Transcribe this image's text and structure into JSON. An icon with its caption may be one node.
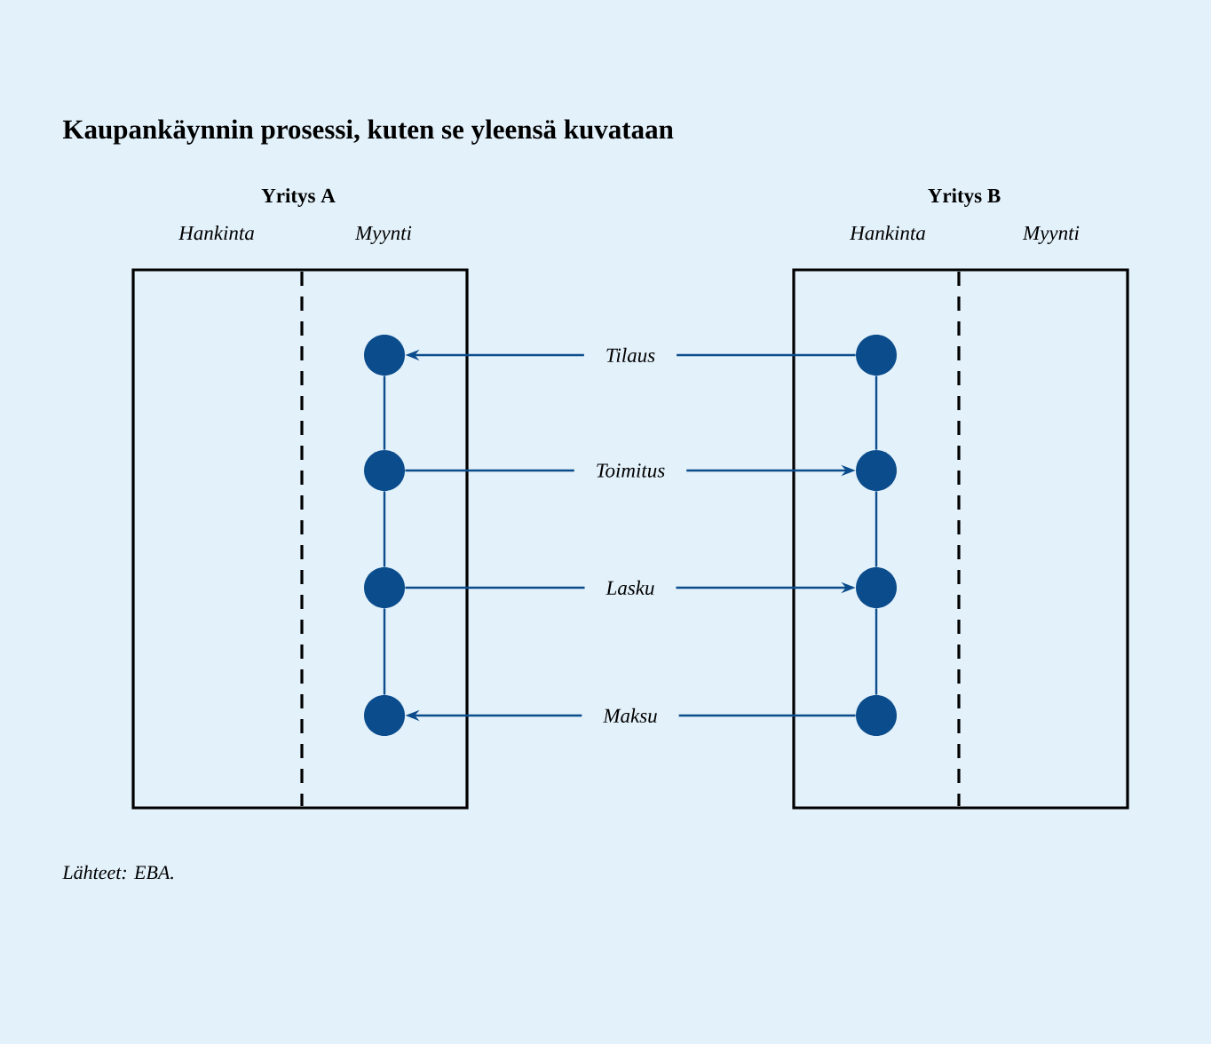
{
  "diagram": {
    "title": "Kaupankäynnin prosessi, kuten se yleensä kuvataan",
    "caption": "Lähteet: EBA.",
    "nodes": [
      {
        "text": [
          "Yritys A",
          "Hankinta",
          "Myynti"
        ]
      },
      {
        "text": [],
        "shape": "circle",
        "in": 0
      },
      {
        "text": [],
        "shape": "circle",
        "in": 0
      },
      {
        "text": [],
        "shape": "circle",
        "in": 0
      },
      {
        "text": [],
        "shape": "circle",
        "in": 0
      },
      {
        "text": [
          "Yritys B",
          "Hankinta",
          "Myynti"
        ]
      },
      {
        "text": [],
        "shape": "circle",
        "in": 5
      },
      {
        "text": [],
        "shape": "circle",
        "in": 5
      },
      {
        "text": [],
        "shape": "circle",
        "in": 5
      },
      {
        "text": [],
        "shape": "circle",
        "in": 5
      }
    ],
    "edges": [
      {
        "from": 6,
        "to": 1,
        "arrow": "to",
        "label": "Tilaus"
      },
      {
        "from": 2,
        "to": 7,
        "arrow": "to",
        "label": "Toimitus"
      },
      {
        "from": 3,
        "to": 8,
        "arrow": "to",
        "label": "Lasku"
      },
      {
        "from": 9,
        "to": 4,
        "arrow": "to",
        "label": "Maksu"
      },
      {
        "from": 1,
        "to": 2,
        "arrow": "none"
      },
      {
        "from": 2,
        "to": 3,
        "arrow": "none"
      },
      {
        "from": 3,
        "to": 4,
        "arrow": "none"
      },
      {
        "from": 6,
        "to": 7,
        "arrow": "none"
      },
      {
        "from": 7,
        "to": 8,
        "arrow": "none"
      },
      {
        "from": 8,
        "to": 9,
        "arrow": "none"
      }
    ]
  }
}
